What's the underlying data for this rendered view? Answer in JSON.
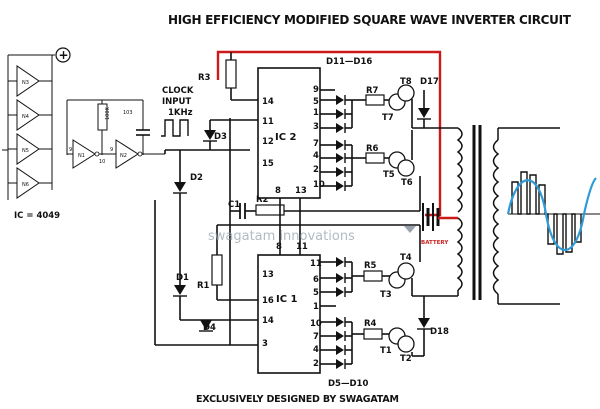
{
  "title": "HIGH EFFICIENCY MODIFIED SQUARE WAVE INVERTER CIRCUIT",
  "footer": "EXCLUSIVELY DESIGNED BY SWAGATAM",
  "watermark": "swagatam innovations",
  "oscillator": {
    "ic_note": "IC = 4049",
    "gates": [
      "N3",
      "N4",
      "N5",
      "N6",
      "N1",
      "N2"
    ],
    "resistor": "100K",
    "capacitor": "103",
    "pins": [
      "9",
      "10",
      "9"
    ],
    "clock_label": [
      "CLOCK",
      "INPUT",
      "1KHz"
    ]
  },
  "ic2": {
    "label": "IC 2",
    "left_pins": [
      "14",
      "11",
      "12",
      "15",
      "8"
    ],
    "right_pins": [
      "9",
      "5",
      "1",
      "3",
      "7",
      "4",
      "2",
      "10",
      "13"
    ]
  },
  "ic1": {
    "label": "IC 1",
    "left_pins": [
      "13",
      "16",
      "14",
      "3"
    ],
    "right_pins": [
      "11",
      "6",
      "5",
      "1",
      "10",
      "7",
      "4",
      "2"
    ],
    "top_pins": [
      "8",
      "11"
    ]
  },
  "components": {
    "resistors": [
      "R3",
      "R2",
      "R1",
      "R7",
      "R6",
      "R5",
      "R4"
    ],
    "capacitor": "C1",
    "diodes": [
      "D3",
      "D2",
      "D1",
      "D4",
      "D17",
      "D18"
    ],
    "diode_range_top": "D11—D16",
    "diode_range_bottom": "D5—D10",
    "transistors": [
      "T8",
      "T7",
      "T5",
      "T6",
      "T4",
      "T3",
      "T1",
      "T2"
    ],
    "battery": "BATTERY"
  },
  "colors": {
    "supply_line": "#cc1a1a",
    "sine_wave": "#2e9bd6",
    "wire": "#111111"
  },
  "symbols": {
    "supply": "+"
  }
}
